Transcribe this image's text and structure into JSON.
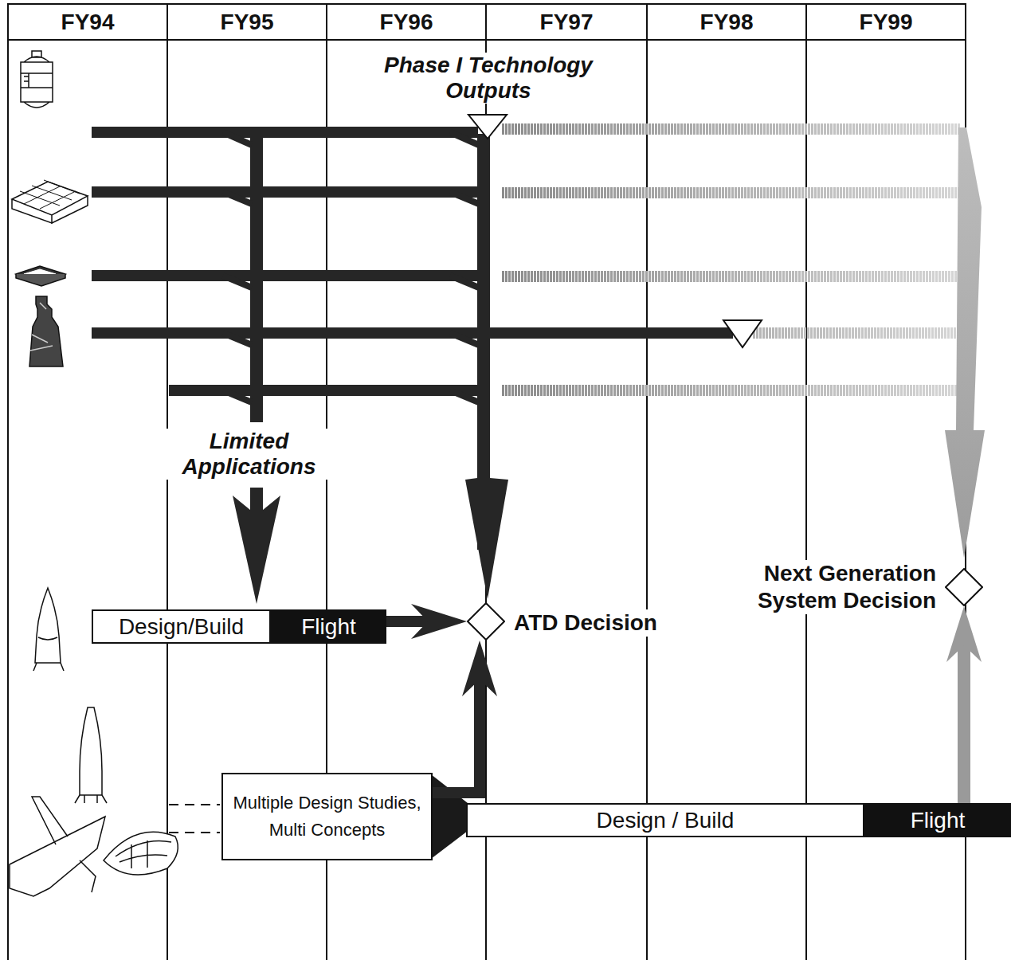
{
  "diagram": {
    "nodes": [
      {
        "text": [
          "Design/Build"
        ]
      },
      {
        "text": [
          "Flight"
        ]
      },
      {
        "text": [
          "ATD Decision"
        ]
      },
      {
        "text": [
          "Next Generation System Decision"
        ]
      },
      {
        "text": [
          "Multiple Design Studies, Multi Concepts"
        ]
      },
      {
        "text": [
          "Design / Build"
        ]
      },
      {
        "text": [
          "Flight"
        ]
      }
    ],
    "edges": [
      {
        "from": 1,
        "to": 2,
        "arrow": "to"
      },
      {
        "from": 4,
        "to": 2,
        "arrow": "to"
      },
      {
        "from": 6,
        "to": 3,
        "arrow": "to"
      }
    ],
    "labels": [
      "FY94",
      "FY95",
      "FY96",
      "FY97",
      "FY98",
      "FY99",
      "Phase I Technology Outputs",
      "Limited Applications"
    ]
  }
}
